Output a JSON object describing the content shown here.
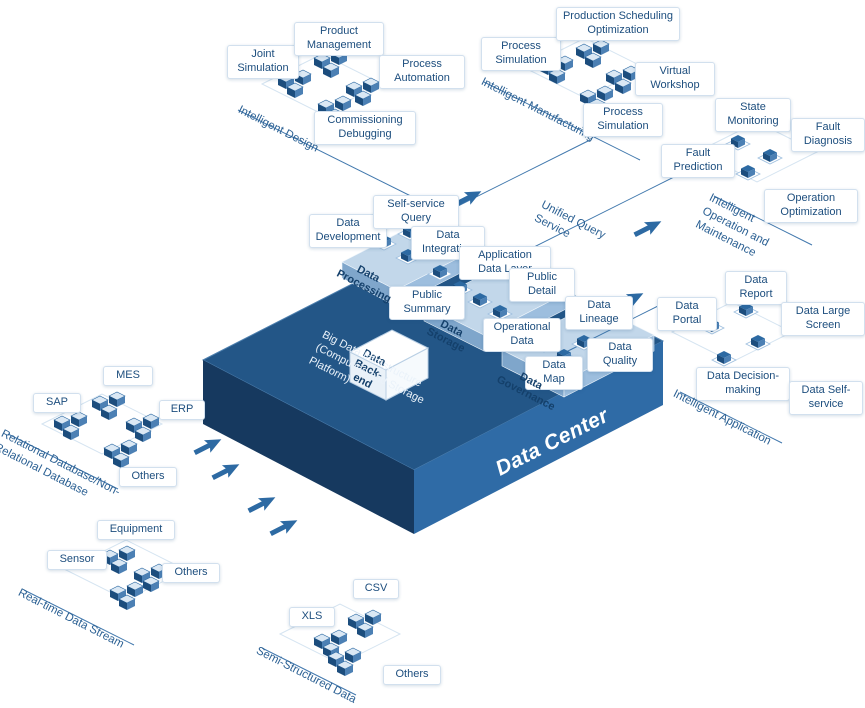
{
  "platform": {
    "name": "Data Center",
    "subtitle": "Big Data Infrastructure (Computing and Storage Platform)",
    "tiers": {
      "processing": "Data Processing",
      "storage": "Data Storage",
      "governance": "Data Governance",
      "backend": "Data Back-end"
    },
    "nodes": {
      "data_development": "Data Development",
      "self_service_query": "Self-service Query",
      "data_integration": "Data Integration",
      "application_data_layer": "Application Data Layer",
      "public_summary": "Public Summary",
      "public_detail": "Public Detail",
      "operational_data": "Operational Data",
      "data_lineage": "Data Lineage",
      "data_map": "Data Map",
      "data_quality": "Data Quality"
    }
  },
  "flows": {
    "unified_query": "Unified Query Service"
  },
  "clusters": {
    "design": {
      "label": "Intelligent Design",
      "nodes": {
        "joint_simulation": "Joint Simulation",
        "product_management": "Product Management",
        "process_automation": "Process Automation",
        "commissioning_debugging": "Commissioning Debugging"
      }
    },
    "manufacturing": {
      "label": "Intelligent Manufacturing",
      "nodes": {
        "process_simulation_a": "Process Simulation",
        "production_scheduling_optimization": "Production Scheduling Optimization",
        "virtual_workshop": "Virtual Workshop",
        "process_simulation_b": "Process Simulation"
      }
    },
    "operation_maintenance": {
      "label": "Intelligent Operation and Maintenance",
      "nodes": {
        "state_monitoring": "State Monitoring",
        "fault_diagnosis": "Fault Diagnosis",
        "fault_prediction": "Fault Prediction",
        "operation_optimization": "Operation Optimization"
      }
    },
    "application": {
      "label": "Intelligent Application",
      "nodes": {
        "data_report": "Data Report",
        "data_large_screen": "Data Large Screen",
        "data_portal": "Data Portal",
        "data_decision_making": "Data Decision-making",
        "data_self_service": "Data Self-service"
      }
    },
    "relational_sources": {
      "label": "Relational Database/Non-Relational Database",
      "nodes": {
        "sap": "SAP",
        "mes": "MES",
        "erp": "ERP",
        "others": "Others"
      }
    },
    "realtime_sources": {
      "label": "Real-time Data Stream",
      "nodes": {
        "sensor": "Sensor",
        "equipment": "Equipment",
        "others": "Others"
      }
    },
    "semi_structured_sources": {
      "label": "Semi-Structured Data",
      "nodes": {
        "xls": "XLS",
        "csv": "CSV",
        "others": "Others"
      }
    }
  },
  "colors": {
    "navy": "#1c4d7d",
    "blue": "#2d6aa3",
    "steel": "#4c80b4",
    "light_slab": "#c2d7ea",
    "text": "#1d4e7e"
  }
}
